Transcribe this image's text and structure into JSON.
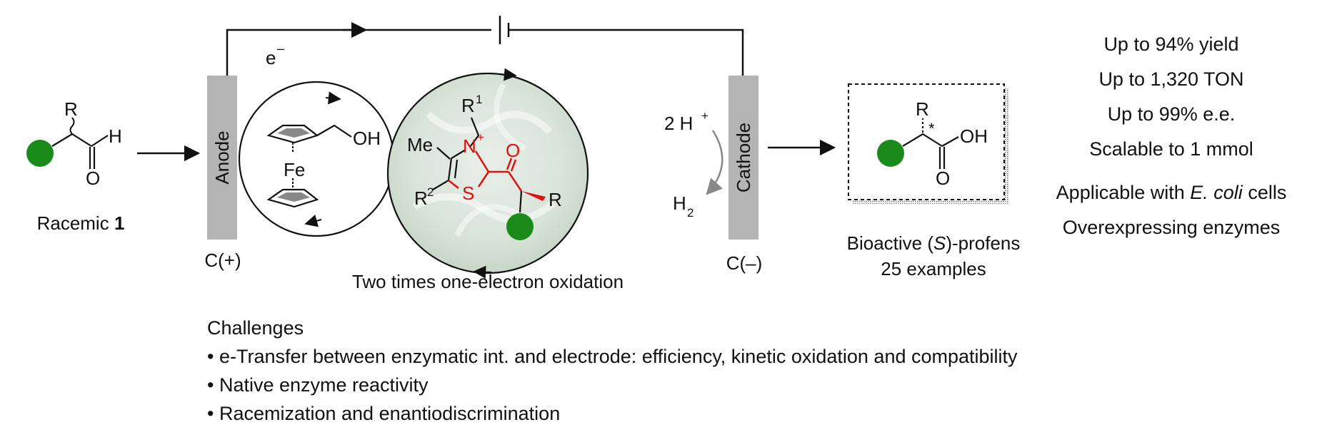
{
  "substrate": {
    "label_prefix": "Racemic ",
    "label_bold": "1",
    "r": "R",
    "h": "H",
    "o": "O"
  },
  "electrodes": {
    "anode_label": "Anode",
    "anode_sign": "C(+)",
    "cathode_label": "Cathode",
    "cathode_sign": "C(–)",
    "electron": "e",
    "electron_sup": "–"
  },
  "mediator": {
    "fe": "Fe",
    "oh": "OH"
  },
  "enzyme": {
    "r1": "R",
    "r1_sup": "1",
    "me": "Me",
    "n": "N",
    "n_sup": "+",
    "s": "S",
    "o": "O",
    "r2": "R",
    "r2_sup": "2",
    "r": "R",
    "caption": "Two times one-electron oxidation"
  },
  "cathode_reaction": {
    "h_plus": "2 H",
    "h_plus_sup": "+",
    "h2": "H",
    "h2_sub": "2"
  },
  "product": {
    "r": "R",
    "star": "*",
    "oh": "OH",
    "o": "O",
    "caption_pre": "Bioactive (",
    "caption_italic": "S",
    "caption_post": ")-profens",
    "caption_line2": "25 examples"
  },
  "features": {
    "items": [
      "Up to 94% yield",
      "Up to 1,320 TON",
      "Up to 99% e.e.",
      "Scalable to 1 mmol"
    ],
    "ecoli_pre": "Applicable with ",
    "ecoli_italic": "E. coli",
    "ecoli_post": " cells",
    "ecoli_line2": "Overexpressing enzymes"
  },
  "challenges": {
    "title": "Challenges",
    "items": [
      "• e-Transfer between enzymatic int. and electrode: efficiency, kinetic oxidation and compatibility",
      "• Native enzyme reactivity",
      "• Racemization and enantiodiscrimination"
    ]
  },
  "colors": {
    "substituent": "#1a8a1a",
    "highlight": "#e01010",
    "electrode": "#b4b4b4"
  }
}
